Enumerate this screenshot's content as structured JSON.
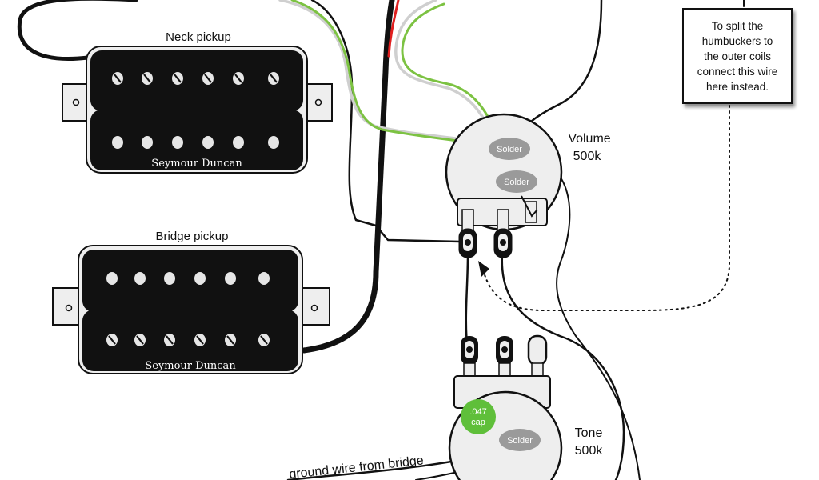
{
  "labels": {
    "neck_pickup": "Neck pickup",
    "bridge_pickup": "Bridge pickup",
    "neck_brand": "Seymour Duncan",
    "bridge_brand": "Seymour Duncan",
    "volume_title": "Volume",
    "volume_value": "500k",
    "tone_title": "Tone",
    "tone_value": "500k",
    "volume_solder_1": "Solder",
    "volume_solder_2": "Solder",
    "tone_solder": "Solder",
    "cap_line1": ".047",
    "cap_line2": "cap",
    "ground_wire": "ground wire from bridge"
  },
  "note": {
    "text": "To split the\nhumbuckers to\nthe outer coils\nconnect this wire\nhere instead."
  },
  "colors": {
    "pickup_body": "#111111",
    "pole_piece": "#e6e6e6",
    "pot_body": "#eeeeee",
    "solder": "#9a9a9a",
    "capacitor": "#5fbf3a",
    "wire_green": "#7cc242",
    "wire_red": "#e02020",
    "wire_white": "#cfcfcf",
    "wire_black": "#111111"
  }
}
